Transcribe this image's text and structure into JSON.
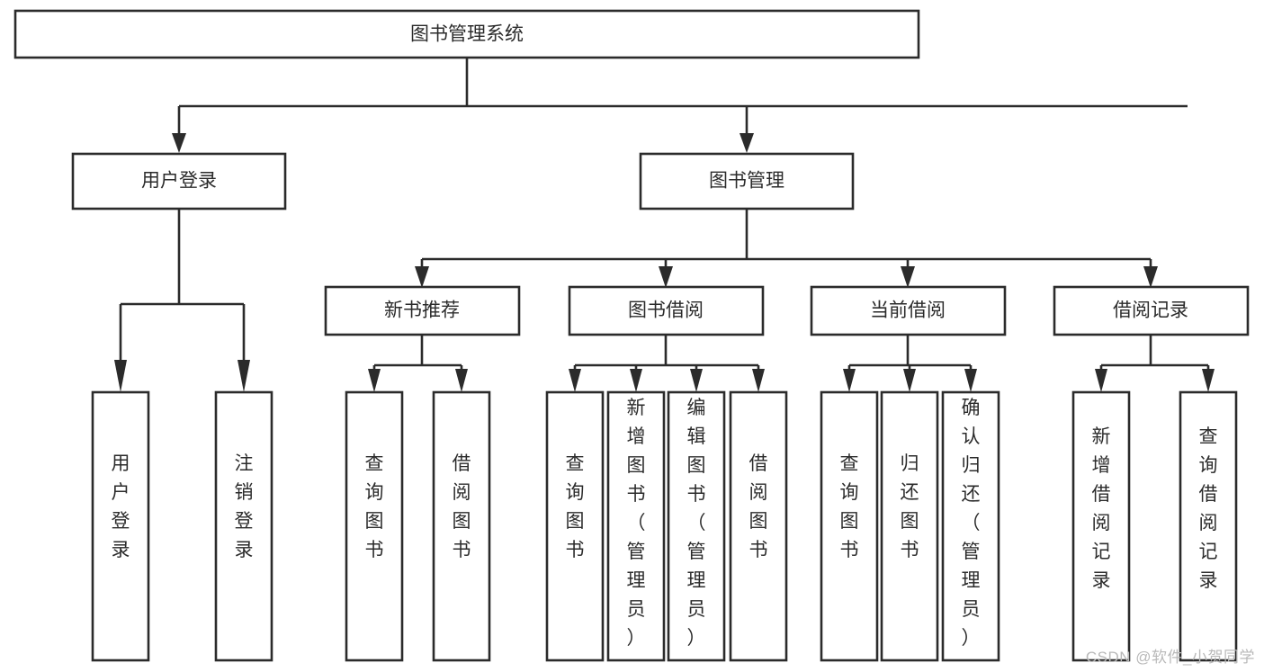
{
  "diagram": {
    "title": "图书管理系统",
    "type": "tree-hierarchy",
    "orientation": "top-down",
    "root": {
      "id": "root",
      "label": "图书管理系统"
    },
    "level2": [
      {
        "id": "user-login",
        "label": "用户登录"
      },
      {
        "id": "book-management",
        "label": "图书管理"
      }
    ],
    "level3": [
      {
        "id": "new-book-recommend",
        "label": "新书推荐",
        "parent": "book-management"
      },
      {
        "id": "book-borrow",
        "label": "图书借阅",
        "parent": "book-management"
      },
      {
        "id": "current-borrow",
        "label": "当前借阅",
        "parent": "book-management"
      },
      {
        "id": "borrow-record",
        "label": "借阅记录",
        "parent": "book-management"
      }
    ],
    "leaves": [
      {
        "id": "leaf-user-login",
        "label": "用户登录",
        "parent": "user-login"
      },
      {
        "id": "leaf-logout-login",
        "label": "注销登录",
        "parent": "user-login"
      },
      {
        "id": "leaf-query-book-1",
        "label": "查询图书",
        "parent": "new-book-recommend"
      },
      {
        "id": "leaf-borrow-book-1",
        "label": "借阅图书",
        "parent": "new-book-recommend"
      },
      {
        "id": "leaf-query-book-2",
        "label": "查询图书",
        "parent": "book-borrow"
      },
      {
        "id": "leaf-add-book",
        "label": "新增图书（管理员）",
        "parent": "book-borrow"
      },
      {
        "id": "leaf-edit-book",
        "label": "编辑图书（管理员）",
        "parent": "book-borrow"
      },
      {
        "id": "leaf-borrow-book-2",
        "label": "借阅图书",
        "parent": "book-borrow"
      },
      {
        "id": "leaf-query-book-3",
        "label": "查询图书",
        "parent": "current-borrow"
      },
      {
        "id": "leaf-return-book",
        "label": "归还图书",
        "parent": "current-borrow"
      },
      {
        "id": "leaf-confirm-return",
        "label": "确认归还（管理员）",
        "parent": "current-borrow"
      },
      {
        "id": "leaf-add-record",
        "label": "新增借阅记录",
        "parent": "borrow-record"
      },
      {
        "id": "leaf-query-record",
        "label": "查询借阅记录",
        "parent": "borrow-record"
      }
    ],
    "colors": {
      "stroke": "#2b2b2b",
      "fill": "#ffffff",
      "text": "#2b2b2b",
      "watermark": "#b9b9b9"
    }
  },
  "watermark": {
    "text": "CSDN @软件_小贺同学"
  }
}
